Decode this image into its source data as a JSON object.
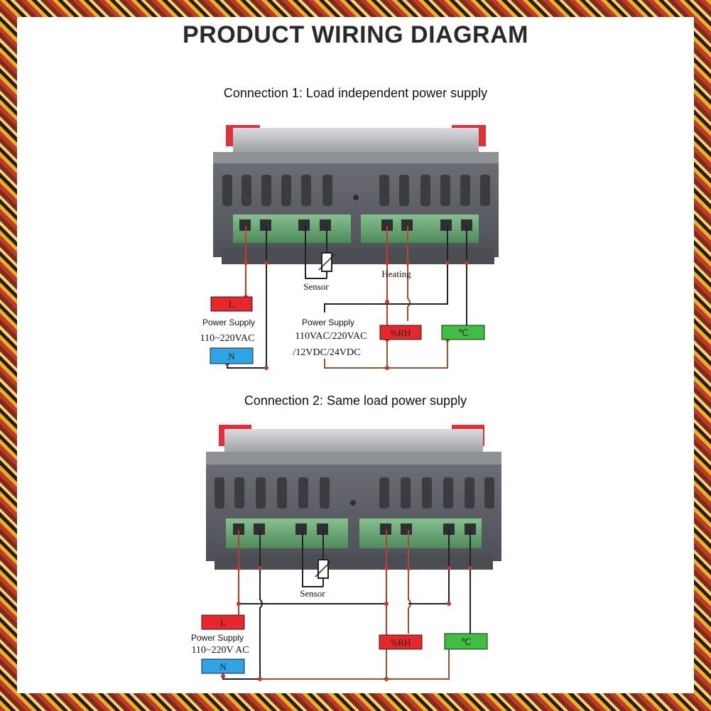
{
  "title": "PRODUCT WIRING DIAGRAM",
  "connection1": {
    "heading": "Connection 1: Load independent power supply",
    "labels": {
      "L": "L",
      "N": "N",
      "power_supply": "Power Supply",
      "voltage": "110~220VAC",
      "sensor": "Sensor",
      "heating": "Heating",
      "load_power_supply": "Power Supply",
      "load_voltage1": "110VAC/220VAC",
      "load_voltage2": "/12VDC/24VDC",
      "rh": "%RH",
      "celsius": "℃"
    }
  },
  "connection2": {
    "heading": "Connection 2: Same load power supply",
    "labels": {
      "L": "L",
      "N": "N",
      "power_supply": "Power Supply",
      "voltage": "110~220V AC",
      "sensor": "Sensor",
      "rh": "%RH",
      "celsius": "℃"
    }
  },
  "colors": {
    "red_box": "#e8272a",
    "blue_box": "#2ea4e6",
    "green_box": "#3fbf3f",
    "device_body": "#5a5d63",
    "terminal_green": "#6fa77a",
    "wire_red": "#c0392b",
    "wire_brown": "#a0522d",
    "wire_black": "#222222"
  }
}
